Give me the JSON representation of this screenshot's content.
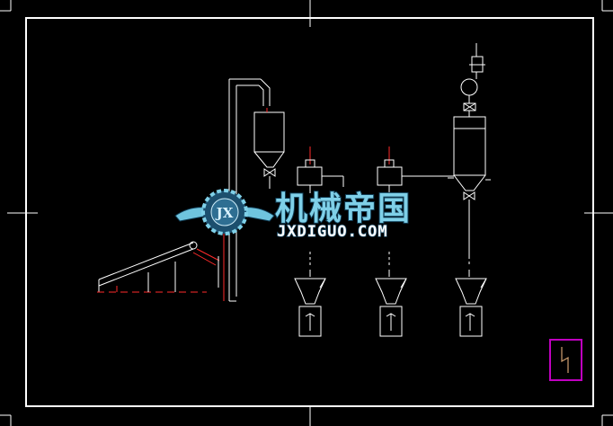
{
  "watermark": {
    "chinese_name": "机械帝国",
    "domain": "JXDIGUO.COM",
    "emblem_letters": "JX"
  },
  "colors": {
    "background": "#000000",
    "lines": "#ffffff",
    "accent": "#ff2a2a",
    "marker": "#c000c0",
    "watermark_text": "#7fd0e8"
  },
  "marker_icon": "lightning-icon"
}
